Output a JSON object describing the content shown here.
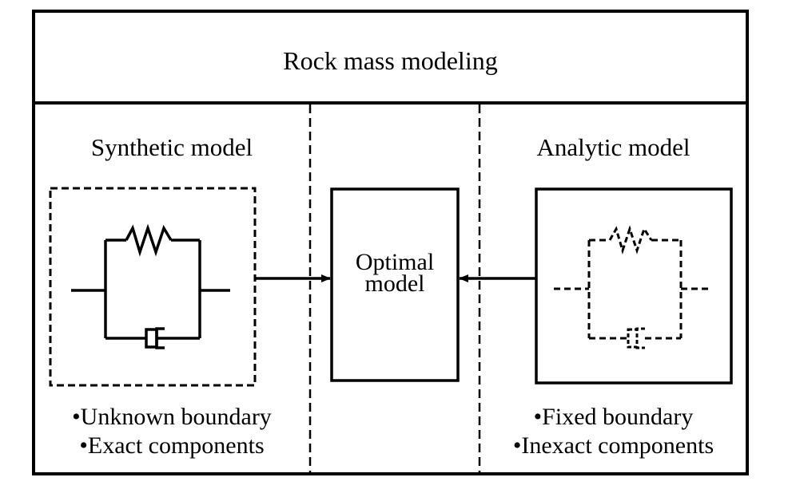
{
  "diagram": {
    "title": "Rock mass modeling",
    "left_panel": {
      "heading": "Synthetic model",
      "box_style": "dashed",
      "component_icons": [
        "spring-icon",
        "dashpot-icon"
      ],
      "bullets": [
        "•Unknown boundary",
        "•Exact components"
      ]
    },
    "center_panel": {
      "box_label_line1": "Optimal",
      "box_label_line2": "model"
    },
    "right_panel": {
      "heading": "Analytic model",
      "box_style": "solid",
      "component_icons": [
        "spring-icon",
        "dashpot-icon"
      ],
      "bullets": [
        "•Fixed boundary",
        "•Inexact components"
      ]
    },
    "arrows": [
      {
        "from": "Synthetic model",
        "to": "Optimal model"
      },
      {
        "from": "Analytic model",
        "to": "Optimal model"
      }
    ],
    "colors": {
      "line": "#000000",
      "background": "#ffffff"
    }
  }
}
